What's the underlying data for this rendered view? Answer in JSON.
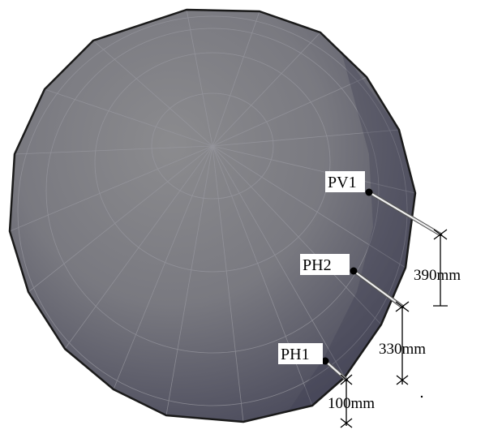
{
  "colors": {
    "dome_light": "#8a8a8d",
    "dome_mid": "#75757c",
    "dome_dark": "#4f4f5f",
    "outline": "#1a1a1a",
    "panel_line": "#9a9aa0",
    "label_bg": "#ffffff",
    "leader": "#e8e8ec",
    "dimension": "#000000"
  },
  "sensors": [
    {
      "id": "PV1",
      "label": "PV1"
    },
    {
      "id": "PH2",
      "label": "PH2"
    },
    {
      "id": "PH1",
      "label": "PH1"
    }
  ],
  "dimensions": [
    {
      "text": "390mm"
    },
    {
      "text": "330mm"
    },
    {
      "text": "100mm"
    }
  ]
}
